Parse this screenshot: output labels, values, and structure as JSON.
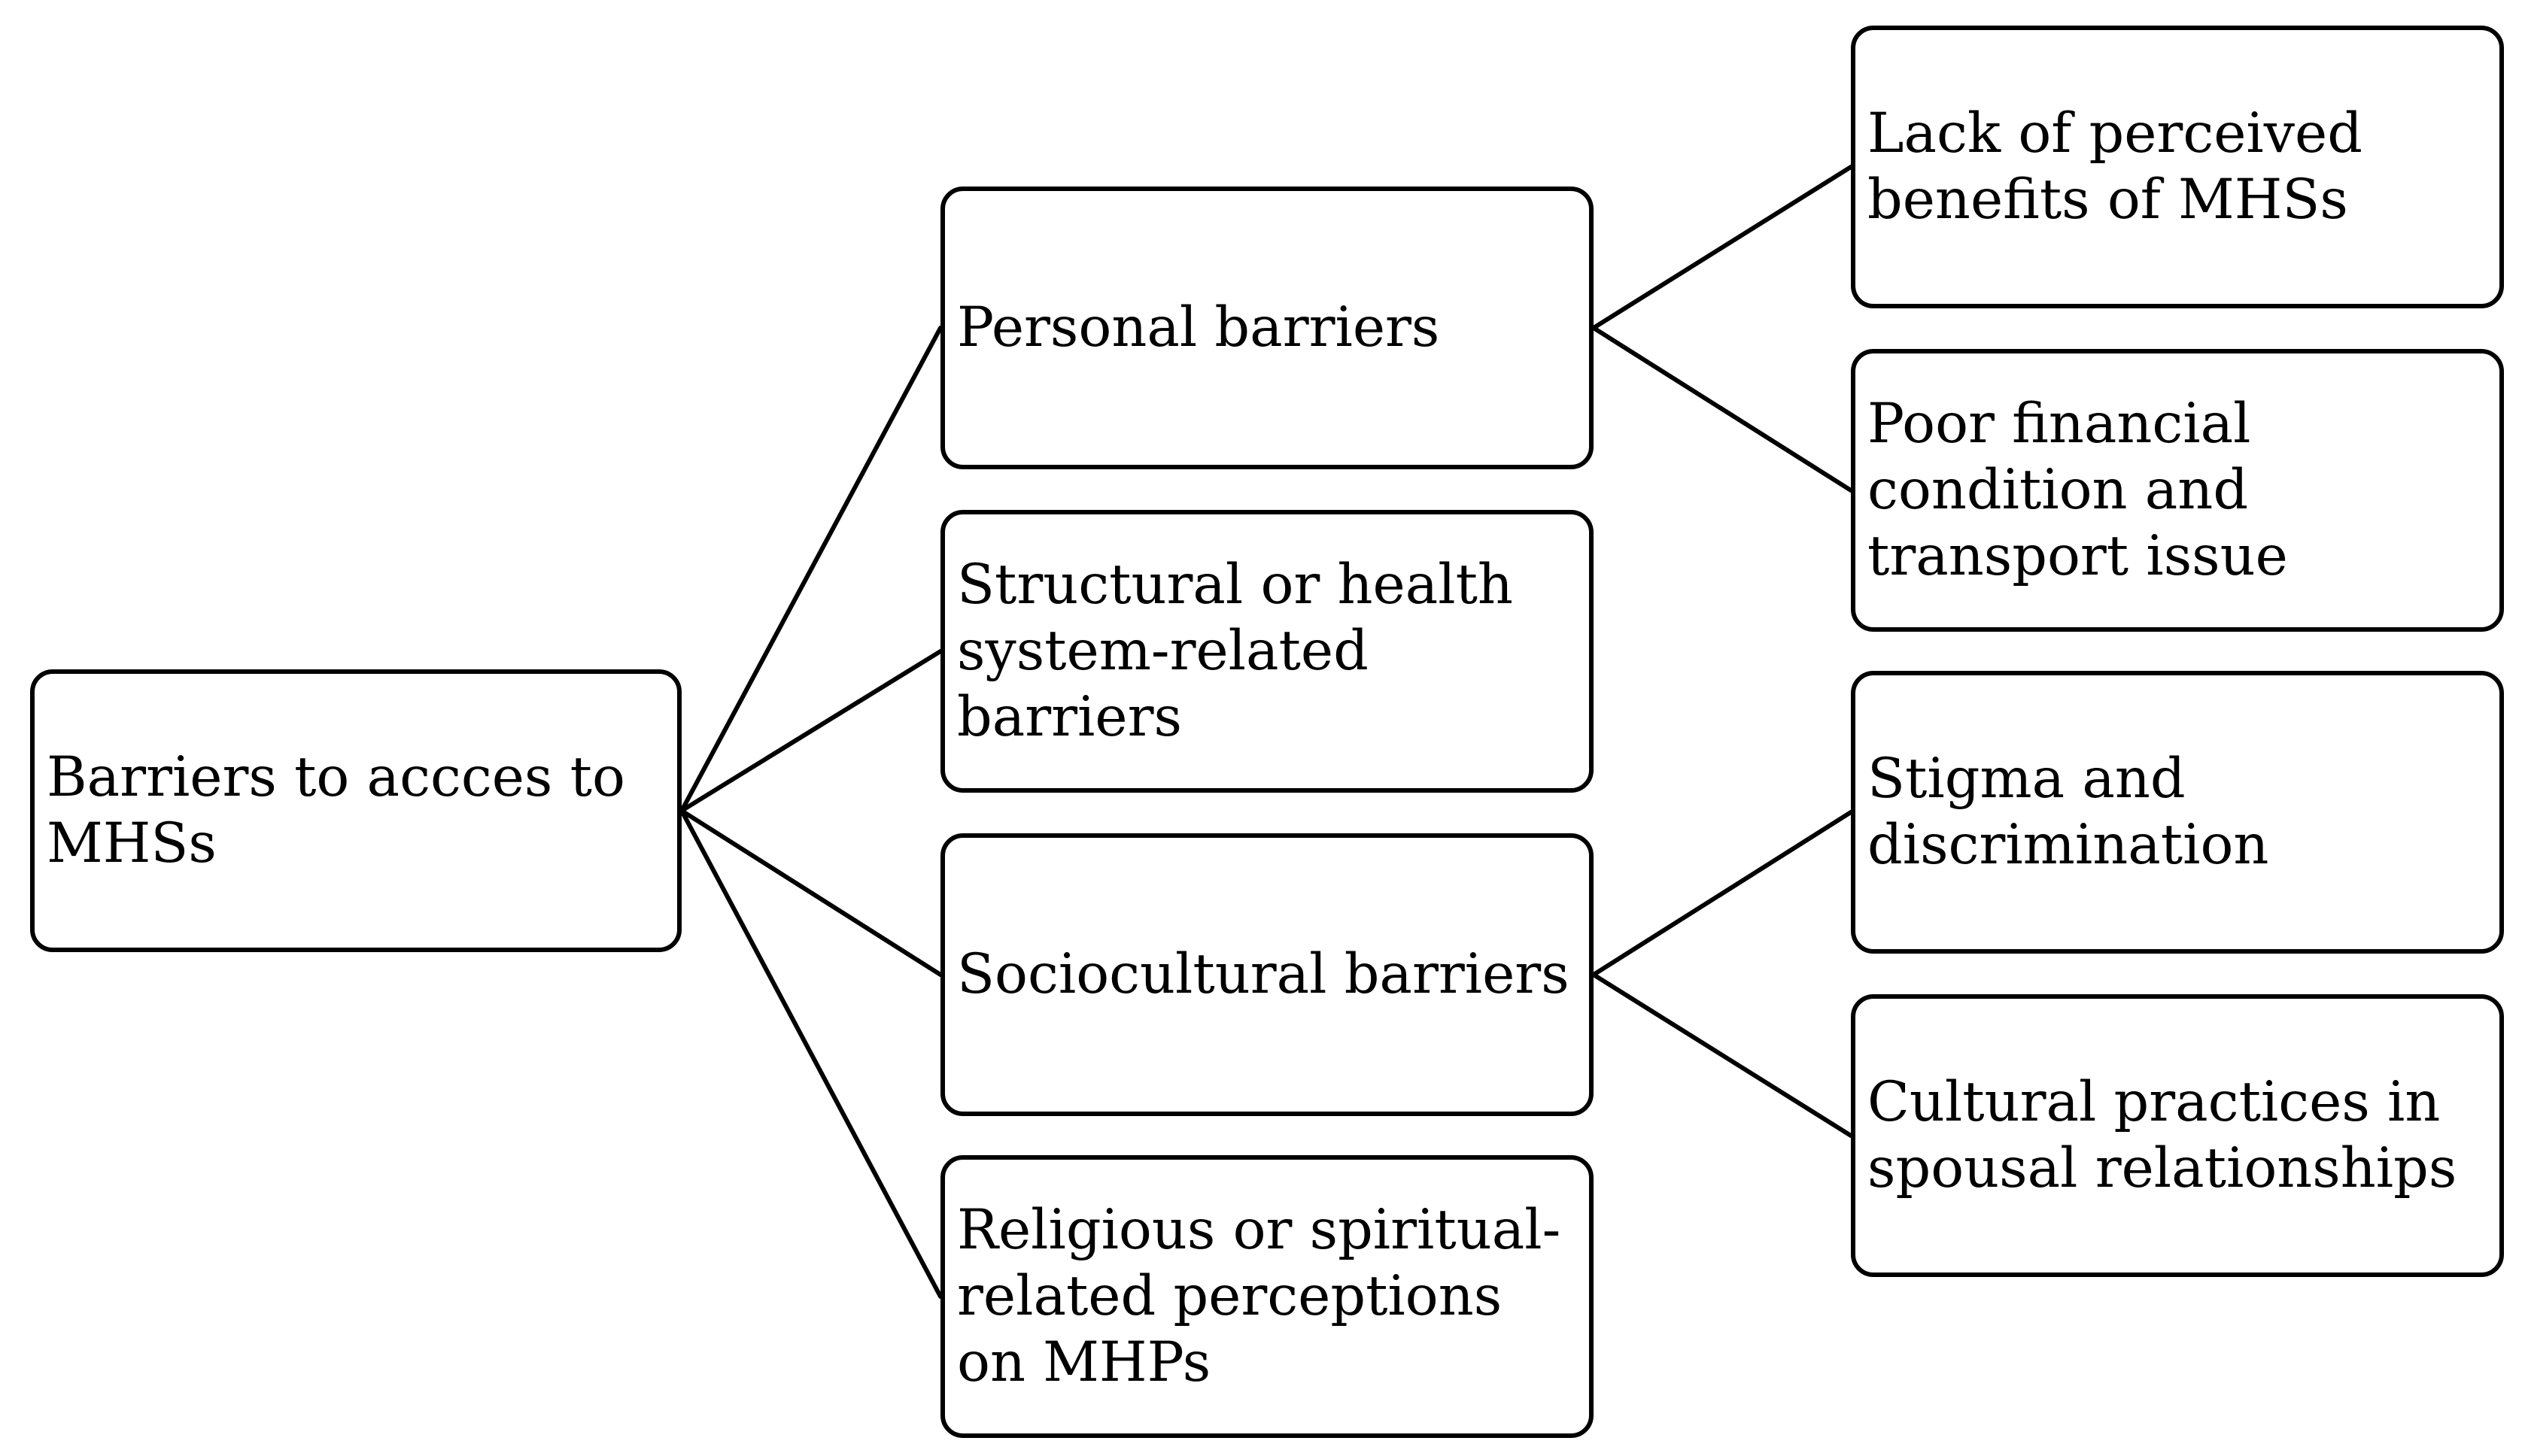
{
  "diagram": {
    "root": {
      "label": "Barriers to accces to\nMHSs"
    },
    "categories": [
      {
        "id": "personal",
        "label": "Personal barriers"
      },
      {
        "id": "structural",
        "label": "Structural or health\nsystem-related\nbarriers"
      },
      {
        "id": "sociocultural",
        "label": "Sociocultural barriers"
      },
      {
        "id": "religious",
        "label": "Religious  or spiritual-\nrelated perceptions\non MHPs"
      }
    ],
    "subcategories": [
      {
        "parent": "personal",
        "label": "Lack of perceived\nbenefits of MHSs"
      },
      {
        "parent": "personal",
        "label": "Poor financial\ncondition and\ntransport issue"
      },
      {
        "parent": "sociocultural",
        "label": "Stigma and\ndiscrimination"
      },
      {
        "parent": "sociocultural",
        "label": "Cultural practices in\nspousal relationships"
      }
    ]
  }
}
